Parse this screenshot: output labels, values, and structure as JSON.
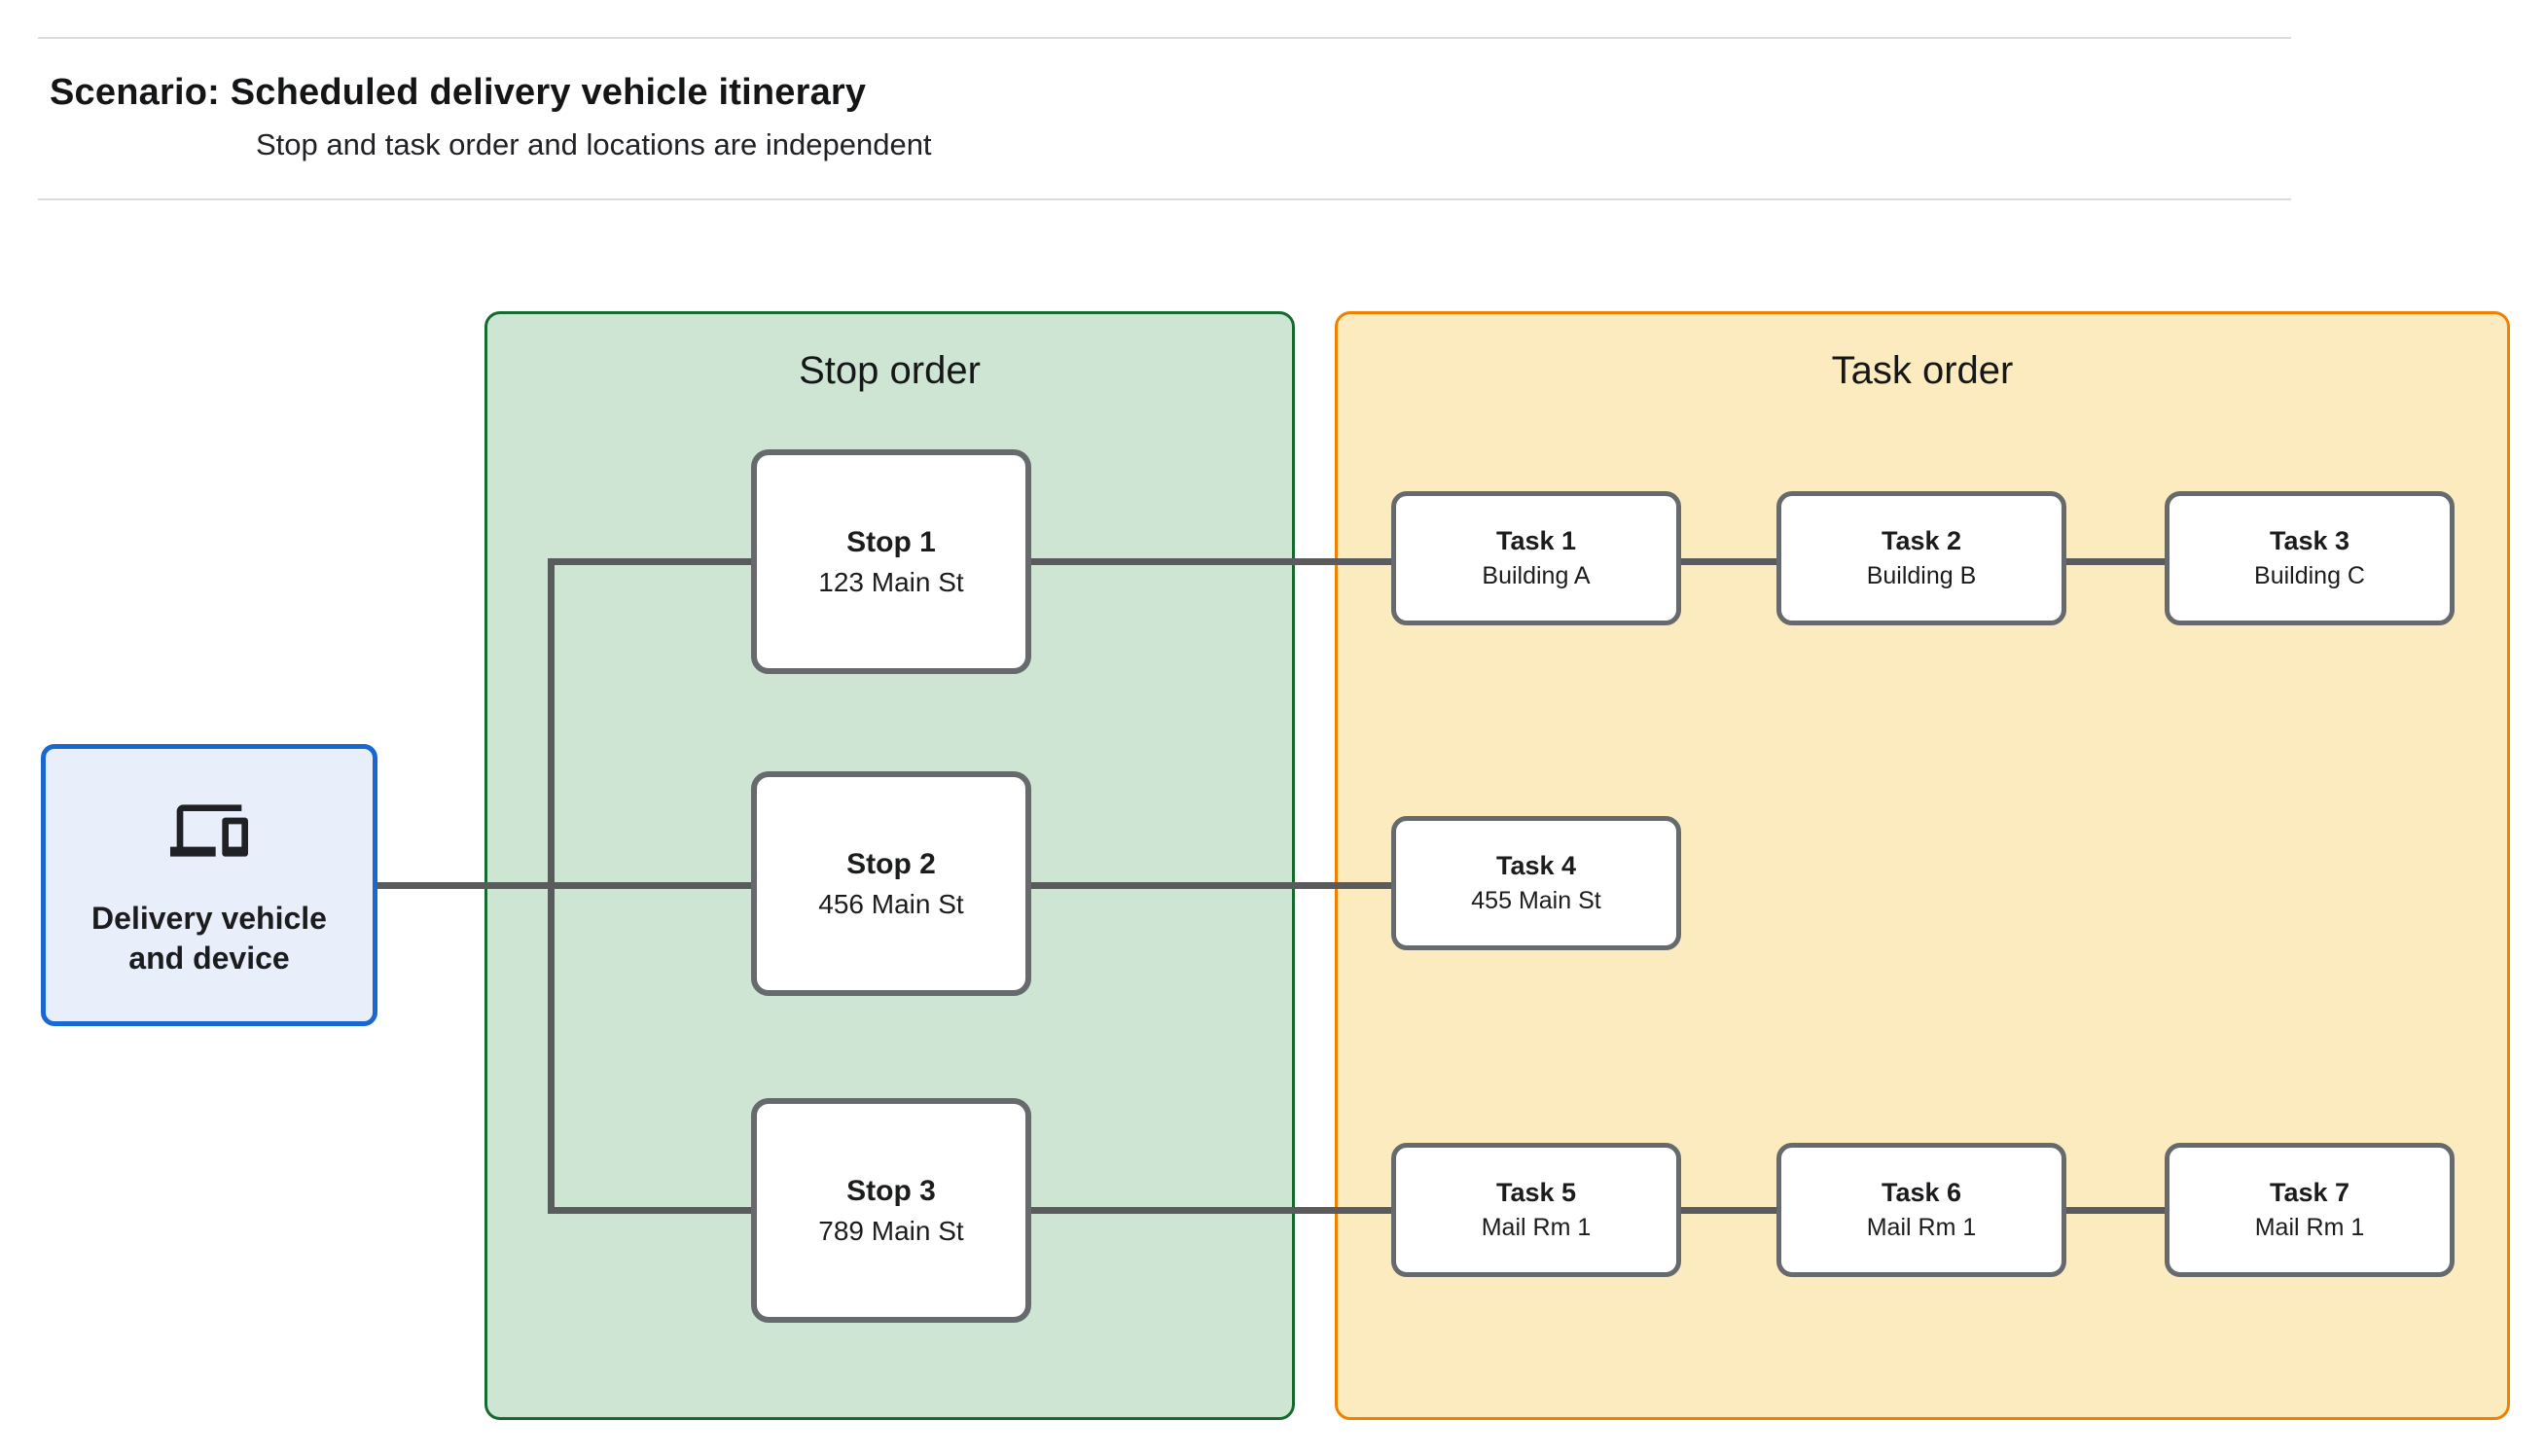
{
  "header": {
    "title": "Scenario: Scheduled delivery vehicle itinerary",
    "subtitle": "Stop and task order and locations are independent"
  },
  "vehicle": {
    "label": "Delivery vehicle and device",
    "icon": "devices-icon"
  },
  "stop_panel": {
    "title": "Stop order"
  },
  "task_panel": {
    "title": "Task order"
  },
  "stops": [
    {
      "name": "Stop 1",
      "location": "123 Main St"
    },
    {
      "name": "Stop 2",
      "location": "456 Main St"
    },
    {
      "name": "Stop 3",
      "location": "789 Main St"
    }
  ],
  "tasks": [
    {
      "name": "Task 1",
      "location": "Building A"
    },
    {
      "name": "Task 2",
      "location": "Building B"
    },
    {
      "name": "Task 3",
      "location": "Building C"
    },
    {
      "name": "Task 4",
      "location": "455 Main St"
    },
    {
      "name": "Task 5",
      "location": "Mail Rm 1"
    },
    {
      "name": "Task 6",
      "location": "Mail Rm 1"
    },
    {
      "name": "Task 7",
      "location": "Mail Rm 1"
    }
  ],
  "colors": {
    "stop_panel_fill": "#cfe5d3",
    "stop_panel_border": "#156b2f",
    "task_panel_fill": "#fcebbe",
    "task_panel_border": "#ee8100",
    "vehicle_fill": "#e8effb",
    "vehicle_border": "#1967d2",
    "node_border": "#666a6d",
    "connector": "#595b5d",
    "text": "#1b1c1e"
  }
}
